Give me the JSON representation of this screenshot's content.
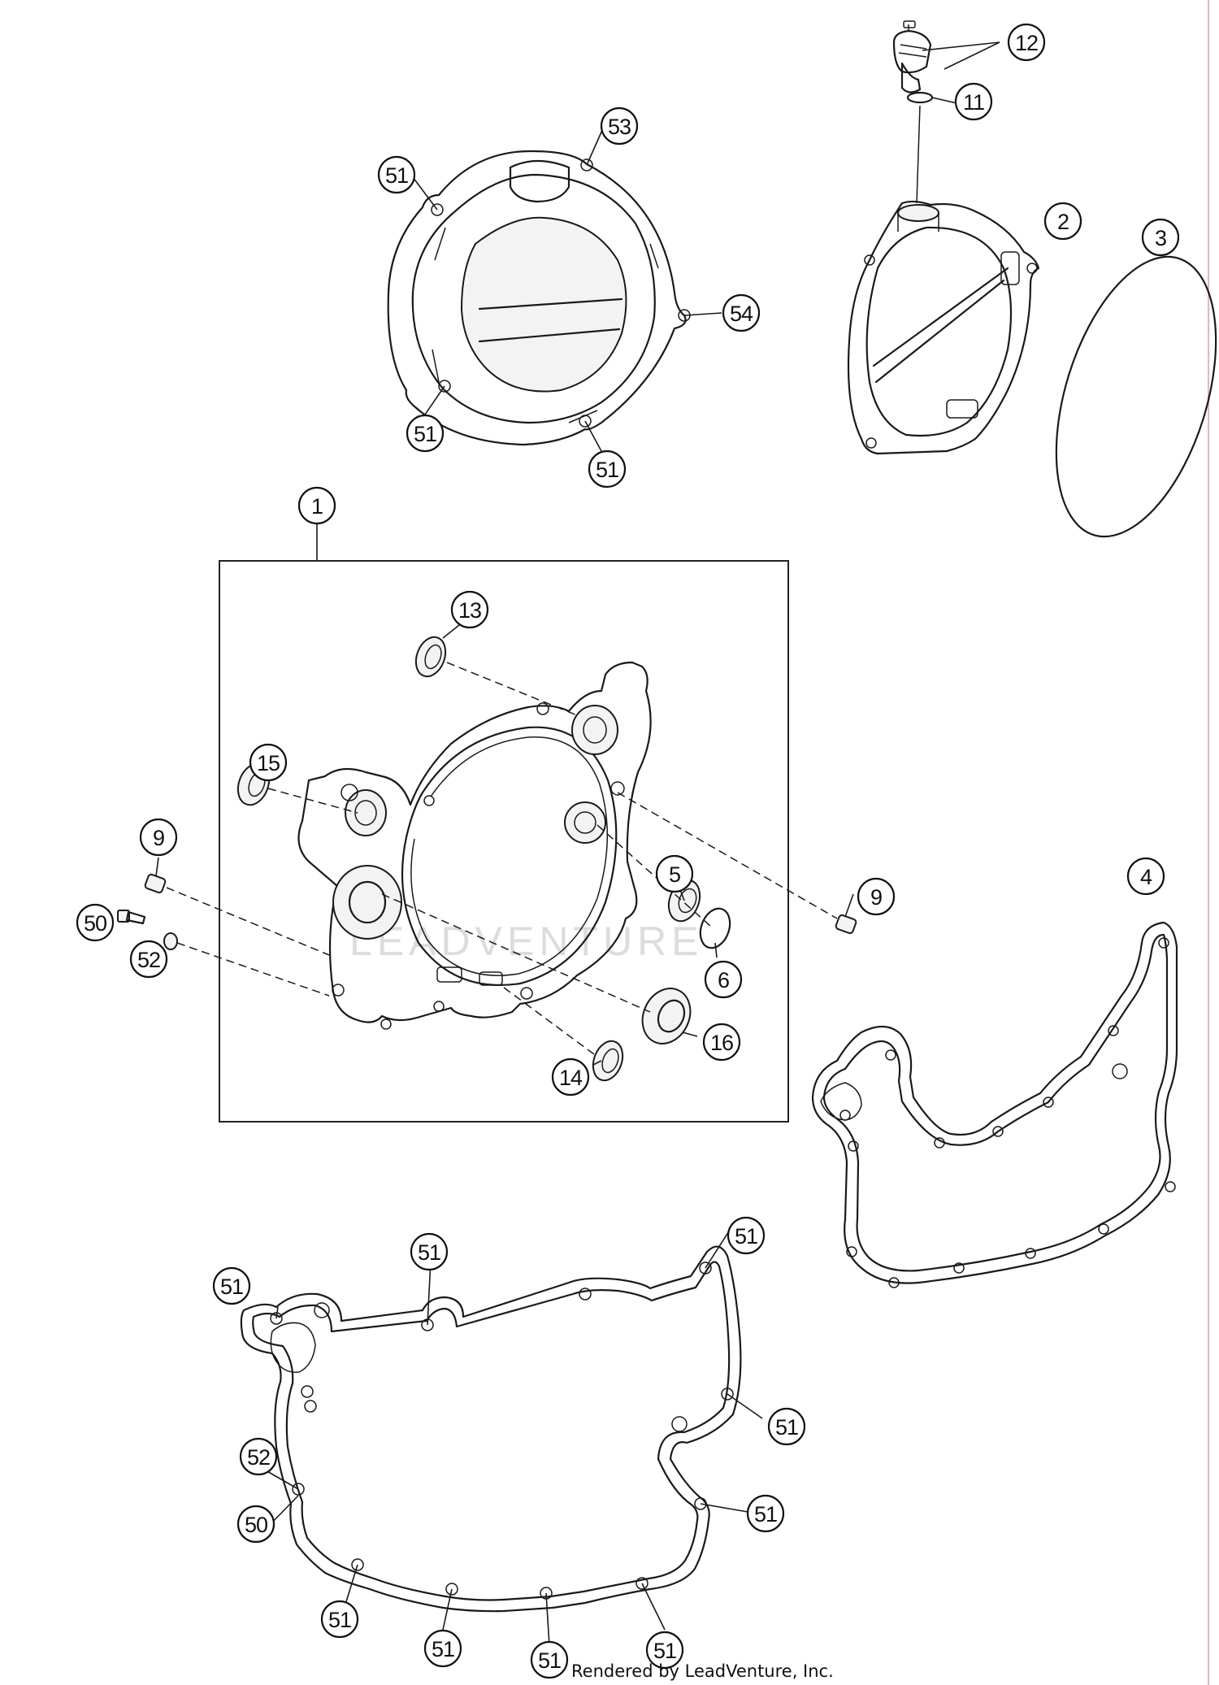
{
  "watermark": "LEADVENTURE",
  "credit": "Rendered by LeadVenture, Inc.",
  "callouts": [
    {
      "id": "c-1",
      "label": "1"
    },
    {
      "id": "c-2",
      "label": "2"
    },
    {
      "id": "c-3",
      "label": "3"
    },
    {
      "id": "c-4",
      "label": "4"
    },
    {
      "id": "c-5",
      "label": "5"
    },
    {
      "id": "c-6",
      "label": "6"
    },
    {
      "id": "c-9a",
      "label": "9"
    },
    {
      "id": "c-9b",
      "label": "9"
    },
    {
      "id": "c-11",
      "label": "11"
    },
    {
      "id": "c-12",
      "label": "12"
    },
    {
      "id": "c-13",
      "label": "13"
    },
    {
      "id": "c-14",
      "label": "14"
    },
    {
      "id": "c-15",
      "label": "15"
    },
    {
      "id": "c-16",
      "label": "16"
    },
    {
      "id": "c-50a",
      "label": "50"
    },
    {
      "id": "c-52a",
      "label": "52"
    },
    {
      "id": "c-51a",
      "label": "51"
    },
    {
      "id": "c-53",
      "label": "53"
    },
    {
      "id": "c-54",
      "label": "54"
    },
    {
      "id": "c-51b",
      "label": "51"
    },
    {
      "id": "c-51c",
      "label": "51"
    },
    {
      "id": "c-51d",
      "label": "51"
    },
    {
      "id": "c-51e",
      "label": "51"
    },
    {
      "id": "c-51f",
      "label": "51"
    },
    {
      "id": "c-51g",
      "label": "51"
    },
    {
      "id": "c-52b",
      "label": "52"
    },
    {
      "id": "c-50b",
      "label": "50"
    },
    {
      "id": "c-51h",
      "label": "51"
    },
    {
      "id": "c-51i",
      "label": "51"
    },
    {
      "id": "c-51j",
      "label": "51"
    },
    {
      "id": "c-51k",
      "label": "51"
    },
    {
      "id": "c-51l",
      "label": "51"
    }
  ]
}
